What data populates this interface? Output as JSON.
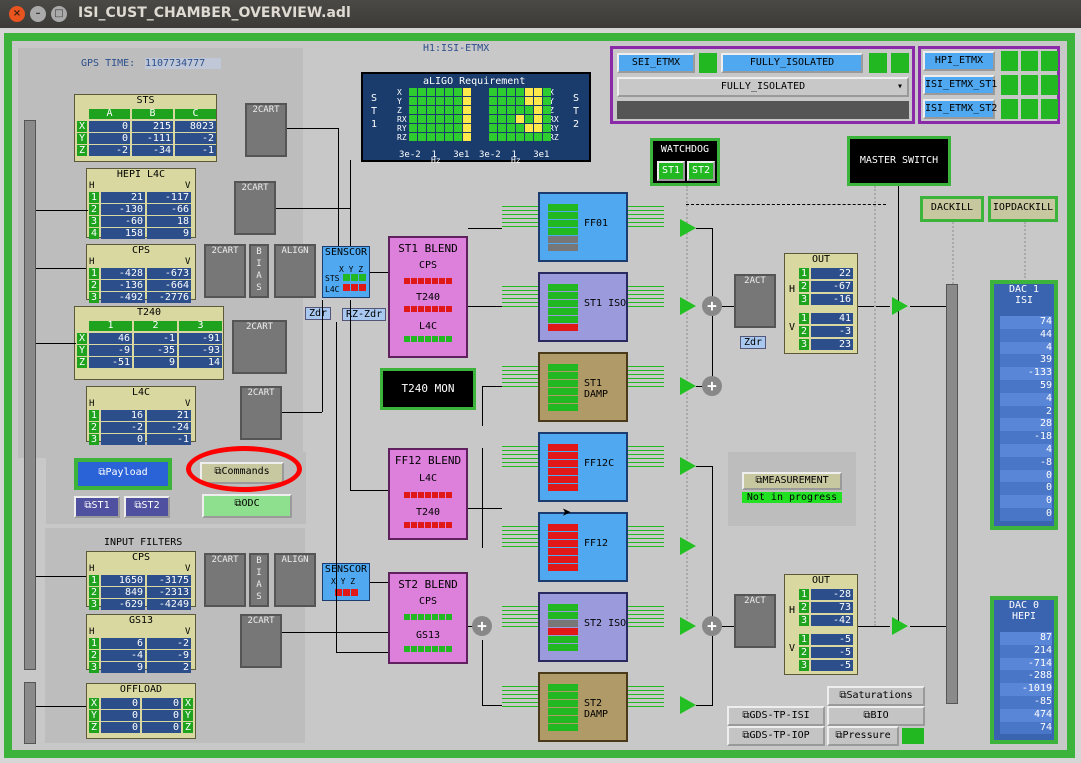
{
  "window": {
    "title": "ISI_CUST_CHAMBER_OVERVIEW.adl",
    "close": "×",
    "min": "–",
    "max": "□"
  },
  "header": {
    "gps_label": "GPS TIME:",
    "gps_value": "1107734777",
    "chamber": "H1:ISI-ETMX"
  },
  "requirement": {
    "title": "aLIGO Requirement",
    "st1": [
      "S",
      "T",
      "1"
    ],
    "st2": [
      "S",
      "T",
      "2"
    ],
    "dofs": [
      "X",
      "Y",
      "Z",
      "RX",
      "RY",
      "RZ"
    ],
    "axis": [
      "3e-2",
      "1",
      "3e1"
    ],
    "hz": "Hz",
    "left_grid": [
      [
        1,
        1,
        1,
        1,
        1,
        1,
        0
      ],
      [
        1,
        1,
        1,
        1,
        1,
        1,
        0
      ],
      [
        1,
        1,
        1,
        1,
        1,
        1,
        0
      ],
      [
        1,
        1,
        1,
        1,
        1,
        1,
        0
      ],
      [
        1,
        1,
        1,
        1,
        1,
        1,
        0
      ],
      [
        1,
        1,
        1,
        1,
        1,
        1,
        0
      ]
    ],
    "right_grid": [
      [
        1,
        1,
        1,
        1,
        0,
        0,
        1
      ],
      [
        1,
        1,
        1,
        1,
        0,
        0,
        1
      ],
      [
        1,
        1,
        1,
        1,
        1,
        0,
        1
      ],
      [
        1,
        1,
        1,
        0,
        1,
        0,
        1
      ],
      [
        1,
        1,
        1,
        1,
        0,
        0,
        1
      ],
      [
        1,
        1,
        1,
        1,
        1,
        1,
        1
      ]
    ]
  },
  "state": {
    "sei": "SEI_ETMX",
    "mode": "FULLY_ISOLATED",
    "select": "FULLY_ISOLATED",
    "hpi": "HPI_ETMX",
    "st1": "ISI_ETMX_ST1",
    "st2": "ISI_ETMX_ST2"
  },
  "sts": {
    "title": "STS",
    "cols": [
      "A",
      "B",
      "C"
    ],
    "rows": [
      "X",
      "Y",
      "Z"
    ],
    "vals": [
      [
        "0",
        "215",
        "8023"
      ],
      [
        "0",
        "-111",
        "-2"
      ],
      [
        "-2",
        "-34",
        "-1"
      ]
    ]
  },
  "hepi_l4c": {
    "title": "HEPI L4C",
    "h": "H",
    "v": "V",
    "rows": [
      "1",
      "2",
      "3",
      "4"
    ],
    "vals": [
      [
        "21",
        "-117"
      ],
      [
        "-130",
        "-66"
      ],
      [
        "-60",
        "18"
      ],
      [
        "158",
        "9"
      ]
    ]
  },
  "cps": {
    "title": "CPS",
    "h": "H",
    "v": "V",
    "rows": [
      "1",
      "2",
      "3"
    ],
    "vals": [
      [
        "-428",
        "-673"
      ],
      [
        "-136",
        "-664"
      ],
      [
        "-492",
        "-2776"
      ]
    ]
  },
  "t240": {
    "title": "T240",
    "cols": [
      "1",
      "2",
      "3"
    ],
    "rows": [
      "X",
      "Y",
      "Z"
    ],
    "vals": [
      [
        "46",
        "-1",
        "-91"
      ],
      [
        "-9",
        "-35",
        "-93"
      ],
      [
        "-51",
        "9",
        "14"
      ]
    ]
  },
  "l4c": {
    "title": "L4C",
    "h": "H",
    "v": "V",
    "rows": [
      "1",
      "2",
      "3"
    ],
    "vals": [
      [
        "16",
        "21"
      ],
      [
        "-2",
        "-24"
      ],
      [
        "0",
        "-1"
      ]
    ]
  },
  "input_filters": {
    "title": "INPUT FILTERS"
  },
  "cps2": {
    "title": "CPS",
    "h": "H",
    "v": "V",
    "rows": [
      "1",
      "2",
      "3"
    ],
    "vals": [
      [
        "1650",
        "-3175"
      ],
      [
        "849",
        "-2313"
      ],
      [
        "-629",
        "-4249"
      ]
    ]
  },
  "gs13": {
    "title": "GS13",
    "h": "H",
    "v": "V",
    "rows": [
      "1",
      "2",
      "3"
    ],
    "vals": [
      [
        "6",
        "-2"
      ],
      [
        "-4",
        "-9"
      ],
      [
        "9",
        "2"
      ]
    ]
  },
  "offload": {
    "title": "OFFLOAD",
    "rows": [
      "X",
      "Y",
      "Z"
    ],
    "rrows": [
      "X",
      "Y",
      "Z"
    ],
    "vals": [
      [
        "0",
        "0"
      ],
      [
        "0",
        "0"
      ],
      [
        "0",
        "0"
      ]
    ]
  },
  "buttons": {
    "payload": "Payload",
    "commands": "Commands",
    "st1": "ST1",
    "st2": "ST2",
    "odc": "ODC",
    "measurement": "MEASUREMENT",
    "not_in_progress": "Not in progress",
    "saturations": "Saturations",
    "gds_isi": "GDS-TP-ISI",
    "bio": "BIO",
    "gds_iop": "GDS-TP-IOP",
    "pressure": "Pressure",
    "dackill": "DACKILL",
    "iopdackill": "IOPDACKILL",
    "watchdog": "WATCHDOG",
    "wd_st1": "ST1",
    "wd_st2": "ST2",
    "master": "MASTER SWITCH",
    "t240mon": "T240 MON"
  },
  "blocks": {
    "cart2": "2CART",
    "bias": "BIAS",
    "align": "ALIGN",
    "senscor": "SENSCOR",
    "sts_lbl": "STS",
    "l4c_lbl": "L4C",
    "xyz": "X Y Z",
    "zdr": "Zdr",
    "rzzdr": "RZ-Zdr",
    "st1_blend": "ST1 BLEND",
    "st2_blend": "ST2 BLEND",
    "ff12_blend": "FF12 BLEND",
    "blend_cps": "CPS",
    "blend_t240": "T240",
    "blend_l4c": "L4C",
    "blend_gs13": "GS13",
    "ff01": "FF01",
    "st1iso": "ST1 ISO",
    "st1damp": "ST1 DAMP",
    "ff12c": "FF12C",
    "ff12": "FF12",
    "st2iso": "ST2 ISO",
    "st2damp": "ST2 DAMP",
    "act2": "2ACT"
  },
  "out1": {
    "title": "OUT",
    "h": "H",
    "v": "V",
    "rows": [
      "1",
      "2",
      "3",
      "1",
      "2",
      "3"
    ],
    "vals": [
      "22",
      "-67",
      "-16",
      "41",
      "-3",
      "23"
    ]
  },
  "out2": {
    "title": "OUT",
    "h": "H",
    "v": "V",
    "rows": [
      "1",
      "2",
      "3",
      "1",
      "2",
      "3"
    ],
    "vals": [
      "-28",
      "73",
      "-42",
      "-5",
      "-5",
      "-5"
    ]
  },
  "dac1": {
    "title": "DAC 1",
    "sub": "ISI",
    "vals": [
      "74",
      "44",
      "4",
      "39",
      "-133",
      "59",
      "4",
      "2",
      "28",
      "-18",
      "4",
      "-8",
      "0",
      "0",
      "0",
      "0"
    ]
  },
  "dac0": {
    "title": "DAC 0",
    "sub": "HEPI",
    "vals": [
      "87",
      "214",
      "-714",
      "-288",
      "-1019",
      "-85",
      "474",
      "74"
    ]
  },
  "colors": {
    "green": "#1fa31f",
    "blue": "#2c4f8c",
    "frame": "#3cb43c",
    "annotation": "#ff0000"
  }
}
